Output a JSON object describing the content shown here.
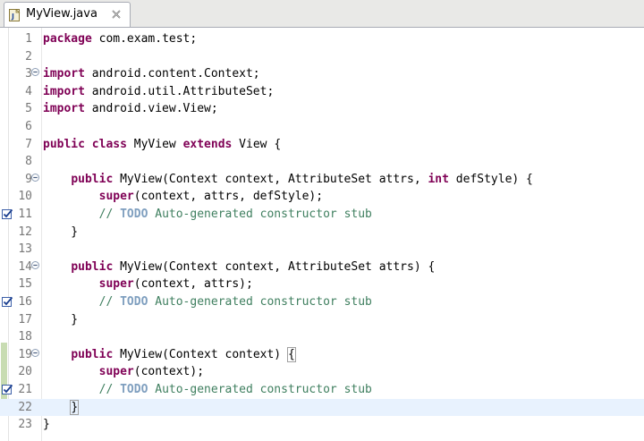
{
  "tab": {
    "filename": "MyView.java"
  },
  "lines": [
    {
      "no": "1",
      "tokens": [
        {
          "t": "package",
          "k": "kw"
        },
        {
          "t": " com.exam.test;"
        }
      ]
    },
    {
      "no": "2",
      "tokens": []
    },
    {
      "no": "3",
      "fold": true,
      "tokens": [
        {
          "t": "import",
          "k": "kw"
        },
        {
          "t": " android.content.Context;"
        }
      ]
    },
    {
      "no": "4",
      "tokens": [
        {
          "t": "import",
          "k": "kw"
        },
        {
          "t": " android.util.AttributeSet;"
        }
      ]
    },
    {
      "no": "5",
      "tokens": [
        {
          "t": "import",
          "k": "kw"
        },
        {
          "t": " android.view.View;"
        }
      ]
    },
    {
      "no": "6",
      "tokens": []
    },
    {
      "no": "7",
      "tokens": [
        {
          "t": "public",
          "k": "kw"
        },
        {
          "t": " "
        },
        {
          "t": "class",
          "k": "kw"
        },
        {
          "t": " MyView "
        },
        {
          "t": "extends",
          "k": "kw"
        },
        {
          "t": " View {"
        }
      ]
    },
    {
      "no": "8",
      "tokens": []
    },
    {
      "no": "9",
      "fold": true,
      "tokens": [
        {
          "t": "    "
        },
        {
          "t": "public",
          "k": "kw"
        },
        {
          "t": " MyView(Context context, AttributeSet attrs, "
        },
        {
          "t": "int",
          "k": "kw"
        },
        {
          "t": " defStyle) {"
        }
      ]
    },
    {
      "no": "10",
      "tokens": [
        {
          "t": "        "
        },
        {
          "t": "super",
          "k": "kw"
        },
        {
          "t": "(context, attrs, defStyle);"
        }
      ]
    },
    {
      "no": "11",
      "task": true,
      "tokens": [
        {
          "t": "        "
        },
        {
          "t": "// ",
          "k": "cm"
        },
        {
          "t": "TODO",
          "k": "todo"
        },
        {
          "t": " Auto-generated constructor stub",
          "k": "cm"
        }
      ]
    },
    {
      "no": "12",
      "tokens": [
        {
          "t": "    }"
        }
      ]
    },
    {
      "no": "13",
      "tokens": []
    },
    {
      "no": "14",
      "fold": true,
      "tokens": [
        {
          "t": "    "
        },
        {
          "t": "public",
          "k": "kw"
        },
        {
          "t": " MyView(Context context, AttributeSet attrs) {"
        }
      ]
    },
    {
      "no": "15",
      "tokens": [
        {
          "t": "        "
        },
        {
          "t": "super",
          "k": "kw"
        },
        {
          "t": "(context, attrs);"
        }
      ]
    },
    {
      "no": "16",
      "task": true,
      "tokens": [
        {
          "t": "        "
        },
        {
          "t": "// ",
          "k": "cm"
        },
        {
          "t": "TODO",
          "k": "todo"
        },
        {
          "t": " Auto-generated constructor stub",
          "k": "cm"
        }
      ]
    },
    {
      "no": "17",
      "tokens": [
        {
          "t": "    }"
        }
      ]
    },
    {
      "no": "18",
      "tokens": []
    },
    {
      "no": "19",
      "fold": true,
      "tokens": [
        {
          "t": "    "
        },
        {
          "t": "public",
          "k": "kw"
        },
        {
          "t": " MyView(Context context) "
        },
        {
          "t": "{",
          "k": "bracket"
        }
      ]
    },
    {
      "no": "20",
      "tokens": [
        {
          "t": "        "
        },
        {
          "t": "super",
          "k": "kw"
        },
        {
          "t": "(context);"
        }
      ]
    },
    {
      "no": "21",
      "task": true,
      "tokens": [
        {
          "t": "        "
        },
        {
          "t": "// ",
          "k": "cm"
        },
        {
          "t": "TODO",
          "k": "todo"
        },
        {
          "t": " Auto-generated constructor stub",
          "k": "cm"
        }
      ]
    },
    {
      "no": "22",
      "current": true,
      "tokens": [
        {
          "t": "    "
        },
        {
          "t": "}",
          "k": "bracket"
        },
        {
          "t": "",
          "k": "caret"
        }
      ]
    },
    {
      "no": "23",
      "tokens": [
        {
          "t": "}"
        }
      ]
    }
  ],
  "colors": {
    "keyword": "#7f0055",
    "comment": "#3f7f5f",
    "todo": "#7f9fbf",
    "line_number": "#787878",
    "current_line": "#e8f2fe"
  }
}
